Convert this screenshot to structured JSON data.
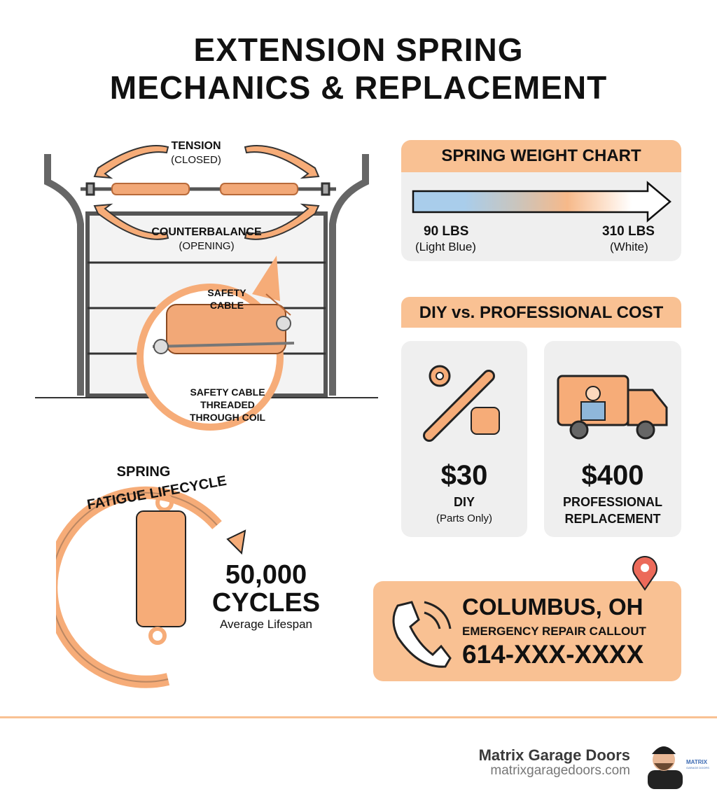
{
  "title": {
    "line1": "EXTENSION SPRING",
    "line2": "MECHANICS & REPLACEMENT"
  },
  "diagram": {
    "tension": "TENSION",
    "tension_sub": "(CLOSED)",
    "counterbalance": "COUNTERBALANCE",
    "counterbalance_sub": "(OPENING)",
    "callout_top1": "SAFETY",
    "callout_top2": "CABLE",
    "callout_bottom1": "SAFETY CABLE",
    "callout_bottom2": "THREADED",
    "callout_bottom3": "THROUGH COIL"
  },
  "weight_chart": {
    "title": "SPRING WEIGHT CHART",
    "min_label": "90 LBS",
    "min_color": "(Light Blue)",
    "max_label": "310 LBS",
    "max_color": "(White)",
    "colors": [
      "#a9cdeb",
      "#c9c5be",
      "#f6b98a",
      "#fde3cf",
      "#ffffff"
    ]
  },
  "cost": {
    "title": "DIY vs. PROFESSIONAL COST",
    "diy": {
      "price": "$30",
      "label": "DIY",
      "sub": "(Parts Only)",
      "icon": "wrench-gear-spring-icon"
    },
    "pro": {
      "price": "$400",
      "label1": "PROFESSIONAL",
      "label2": "REPLACEMENT",
      "icon": "service-truck-icon"
    }
  },
  "lifecycle": {
    "title1": "SPRING",
    "title2": "FATIGUE LIFECYCLE",
    "value": "50,000",
    "unit": "CYCLES",
    "sub": "Average Lifespan"
  },
  "callout": {
    "city": "COLUMBUS, OH",
    "label": "EMERGENCY REPAIR CALLOUT",
    "phone": "614-XXX-XXXX",
    "icon": "phone-icon"
  },
  "footer": {
    "company": "Matrix Garage Doors",
    "url": "matrixgaragedoors.com",
    "logo": "MATRIX",
    "logo_sub": "GARAGE DOORS"
  },
  "accent": "#f9c193"
}
